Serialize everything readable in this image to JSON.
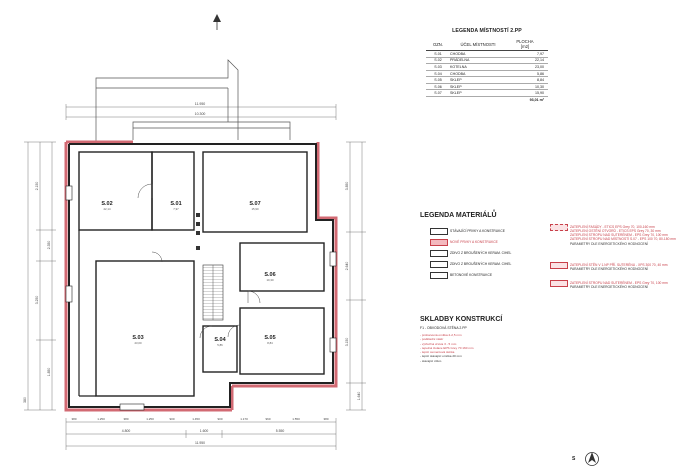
{
  "rooms_legend": {
    "title": "LEGENDA MÍSTNOSTÍ 2.PP",
    "col_id": "OZN.",
    "col_use": "ÚČEL MÍSTNOSTI",
    "col_area": "PLOCHA",
    "col_area_unit": "[m2]",
    "rows": [
      {
        "id": "S.01",
        "use": "CHODBA",
        "area": "7,97"
      },
      {
        "id": "S.02",
        "use": "PRÁDELNA",
        "area": "22,14"
      },
      {
        "id": "S.03",
        "use": "KOTELNA",
        "area": "23,00"
      },
      {
        "id": "S.04",
        "use": "CHODBA",
        "area": "5,86"
      },
      {
        "id": "S.05",
        "use": "SKLEP",
        "area": "8,84"
      },
      {
        "id": "S.06",
        "use": "SKLEP",
        "area": "10,30"
      },
      {
        "id": "S.07",
        "use": "SKLEP",
        "area": "15,90"
      }
    ],
    "total": "93,01 m²"
  },
  "materials_legend": {
    "title": "LEGENDA MATERIÁLŮ",
    "left": [
      {
        "text": "STÁVAJÍCÍ PRVKY A KONSTRUKCE",
        "swatch": "#ffffff",
        "red": false
      },
      {
        "text": "NOVÉ PRVKY A KONSTRUKCE",
        "swatch": "#f3b9be",
        "red": true
      },
      {
        "text": "ZDIVO Z BROUŠENÝCH KERAM. CIHEL",
        "swatch": "#ffffff",
        "red": false
      },
      {
        "text": "ZDIVO Z BROUŠENÝCH KERAM. CIHEL",
        "swatch": "#ffffff",
        "red": false
      },
      {
        "text": "BETONOVÉ KONSTRUKCE",
        "swatch": "#ffffff",
        "red": false
      }
    ],
    "right": [
      {
        "lines": [
          "ZATEPLENÍ FASÁDY - ETICS EPS Grey 70, 100-160 mm",
          "ZATEPLENÍ OSTĚNÍ OTVORŮ - ETICS EPS Grey 70, 30 mm",
          "ZATEPLENÍ STROPU NAD SUTERÉNEM - EPS Grey 70, 100 mm",
          "ZATEPLENÍ STROPU NAD MÍSTNOSTÍ S.07 - EPS 100 70, 80-180 mm",
          "PARAMETRY DLE ENERGETICKÉHO HODNOCENÍ"
        ]
      },
      {
        "lines": [
          "ZATEPLENÍ STĚN V 1.NP PŘÍ. SUTERÉNU - XPS 300 70, 40 mm",
          "PARAMETRY DLE ENERGETICKÉHO HODNOCENÍ"
        ]
      },
      {
        "lines": [
          "ZATEPLENÍ STROPU NAD SUTERÉNEM - EPS Grey 70, 100 mm",
          "PARAMETRY DLE ENERGETICKÉHO HODNOCENÍ"
        ]
      }
    ]
  },
  "composition": {
    "title": "SKLADBY KONSTRUKCÍ",
    "subtitle": "F1 - OBVODOVÁ STĚNA 2.PP",
    "lines": [
      "- probarvená omítka 2-2,5 mm",
      "- podkladní nátěr",
      "- výztužná vrstva 3 - 5 mm",
      "- tepelná izolace EPS Grey 70 160 mm",
      "- lepicí cementová stěrka",
      "- lepicí stávající omítka 20 mm",
      "- stávající zdivo"
    ],
    "dark_from": 5
  },
  "north_label": "S",
  "plan": {
    "room_labels": [
      {
        "id": "S.02",
        "area": "22,14"
      },
      {
        "id": "S.01",
        "area": "7,97"
      },
      {
        "id": "S.07",
        "area": "15,90"
      },
      {
        "id": "S.06",
        "area": "10,30"
      },
      {
        "id": "S.03",
        "area": "23,00"
      },
      {
        "id": "S.04",
        "area": "5,86"
      },
      {
        "id": "S.05",
        "area": "8,84"
      }
    ],
    "dim_top_outer": "11.950",
    "dim_top_inner": "10.300",
    "dim_bottom_outer": "11.950",
    "dim_bottom_segments": [
      "4.800",
      "1.600",
      "5.550"
    ],
    "dim_bottom_small": [
      "380",
      "1.250",
      "380",
      "1.250",
      "900",
      "1.450",
      "900",
      "1.170",
      "960",
      "1.550",
      "380"
    ],
    "dim_left": [
      "2.150",
      "3.250",
      "2.350",
      "1.850",
      "380"
    ],
    "dim_right": [
      "3.850",
      "2.640",
      "3.150",
      "1.640"
    ]
  }
}
